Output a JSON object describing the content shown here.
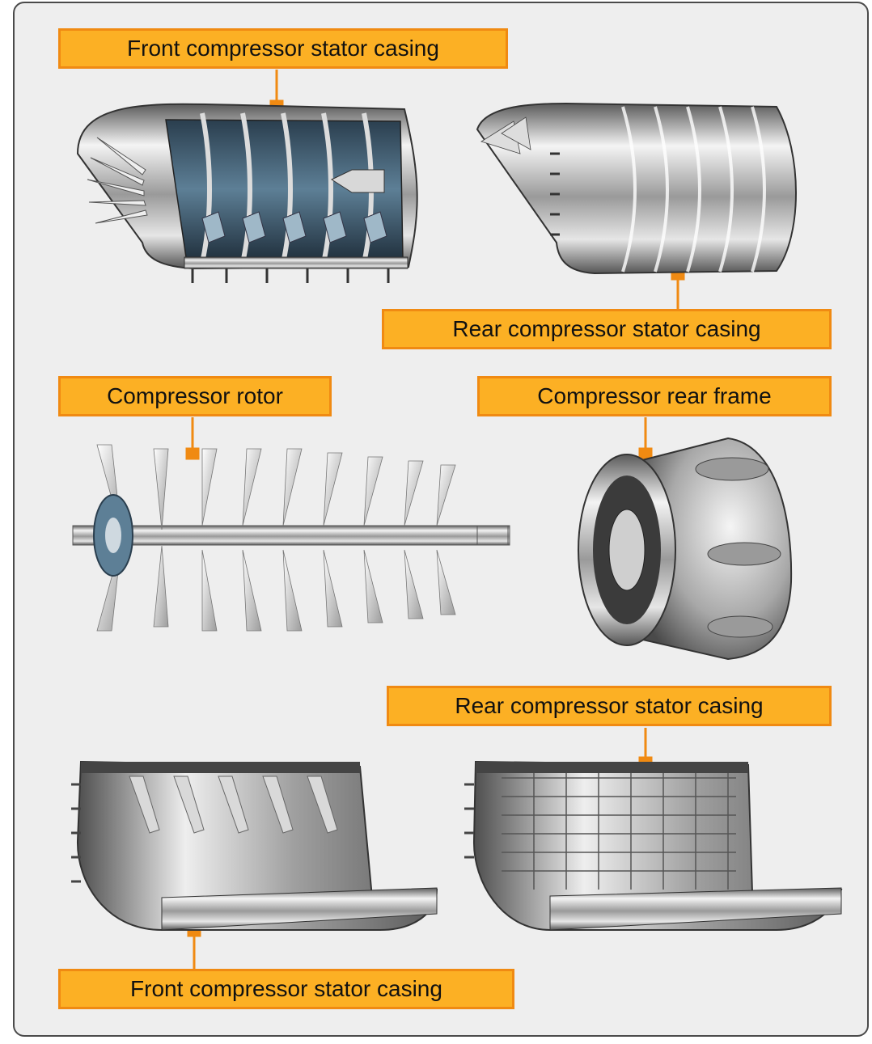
{
  "labels": {
    "front_stator_top": "Front compressor stator casing",
    "rear_stator_top": "Rear compressor stator casing",
    "compressor_rotor": "Compressor rotor",
    "compressor_rear_frame": "Compressor rear frame",
    "rear_stator_bottom": "Rear compressor stator casing",
    "front_stator_bottom": "Front compressor stator casing"
  },
  "colors": {
    "label_fill": "#fcb024",
    "label_border": "#f08a12",
    "leader": "#f08a12",
    "background": "#eeeeee",
    "metal_dark": "#5a5a5a",
    "metal_light": "#f2f2f2",
    "steel_blue": "#5d7f96"
  }
}
